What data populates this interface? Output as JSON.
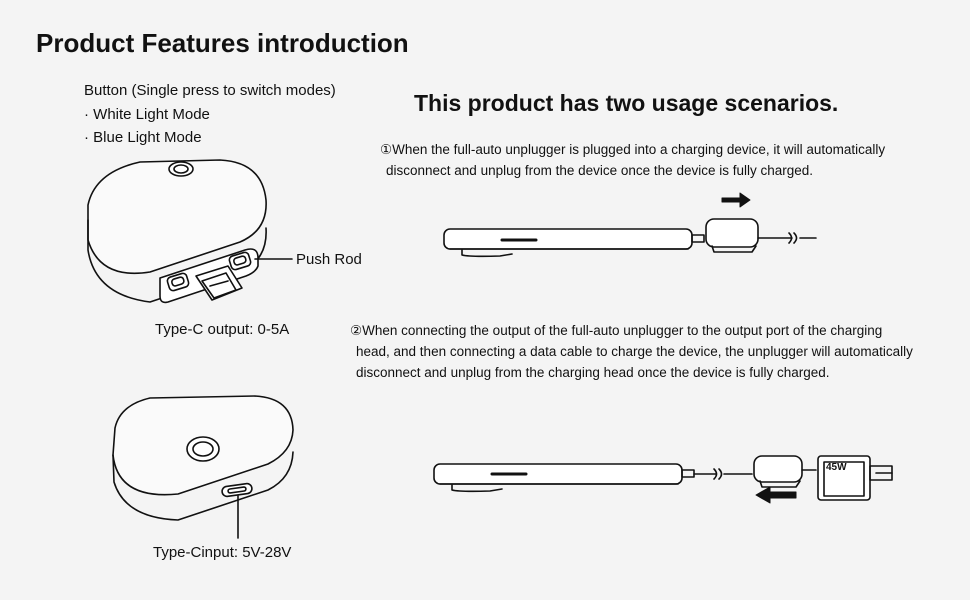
{
  "main_title": "Product Features introduction",
  "left": {
    "button_label": "Button (Single press to switch modes)",
    "modes": [
      "· White Light Mode",
      "· Blue Light Mode"
    ],
    "push_rod": "Push Rod",
    "type_c_output": "Type-C output: 0-5A",
    "type_c_input": "Type-Cinput: 5V-28V"
  },
  "right": {
    "title": "This product has two usage scenarios.",
    "scenario1": {
      "line1": "①When the full-auto unplugger is plugged into a charging device, it will automatically",
      "line2": "disconnect and unplug from the device once the device is fully charged."
    },
    "scenario2": {
      "line1": "②When connecting the output of the full-auto unplugger to the output port of the charging",
      "line2": "head, and then connecting a data cable to charge the device, the unplugger will automatically",
      "line3": "disconnect and unplug from the charging head once the device is fully charged."
    },
    "charger_label": "45W"
  }
}
